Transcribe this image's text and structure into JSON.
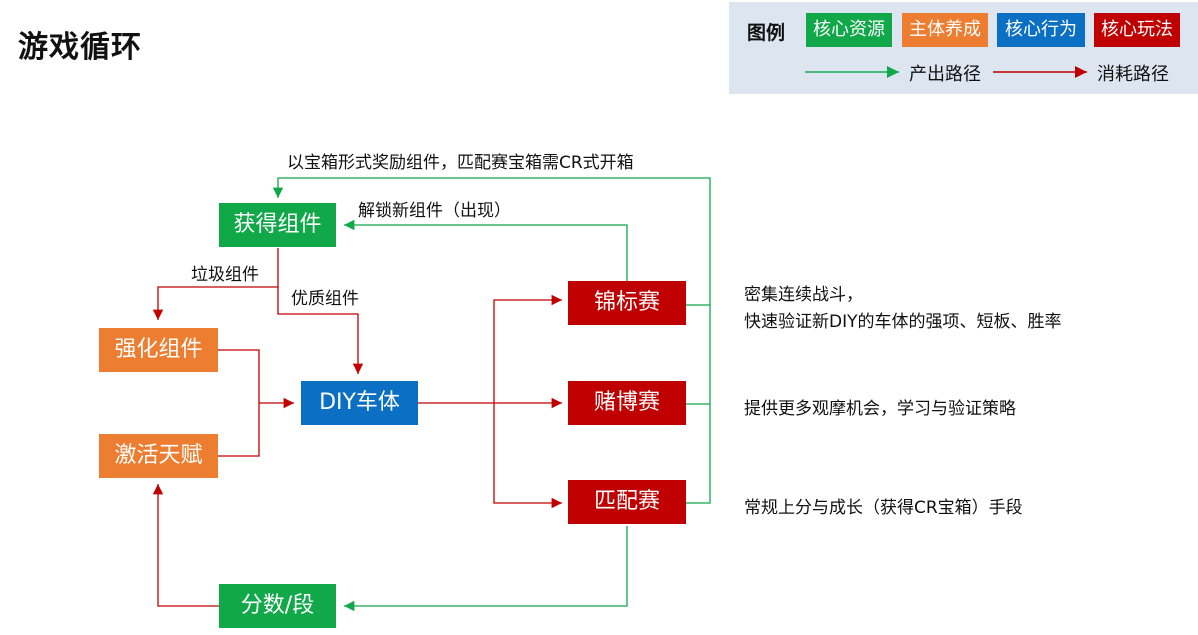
{
  "title": "游戏循环",
  "legend": {
    "title": "图例",
    "chips": [
      {
        "label": "核心资源",
        "color": "#11a84a"
      },
      {
        "label": "主体养成",
        "color": "#ed7d31"
      },
      {
        "label": "核心行为",
        "color": "#0b6fc4"
      },
      {
        "label": "核心玩法",
        "color": "#c00000"
      }
    ],
    "output_path": "产出路径",
    "consume_path": "消耗路径"
  },
  "nodes": {
    "obtain_components": "获得组件",
    "strengthen_components": "强化组件",
    "activate_talent": "激活天赋",
    "diy_body": "DIY车体",
    "championship": "锦标赛",
    "gamble_match": "赌博赛",
    "matchmaking": "匹配赛",
    "score_rank": "分数/段"
  },
  "edge_labels": {
    "reward_chest": "以宝箱形式奖励组件，匹配赛宝箱需CR式开箱",
    "unlock_new": "解锁新组件（出现）",
    "junk": "垃圾组件",
    "quality": "优质组件"
  },
  "notes": {
    "championship": "密集连续战斗，",
    "championship_2": "快速验证新DIY的车体的强项、短板、胜率",
    "gamble_match": "提供更多观摩机会，学习与验证策略",
    "matchmaking": "常规上分与成长（获得CR宝箱）手段"
  },
  "colors": {
    "output": "#11a84a",
    "consume": "#c00000"
  }
}
